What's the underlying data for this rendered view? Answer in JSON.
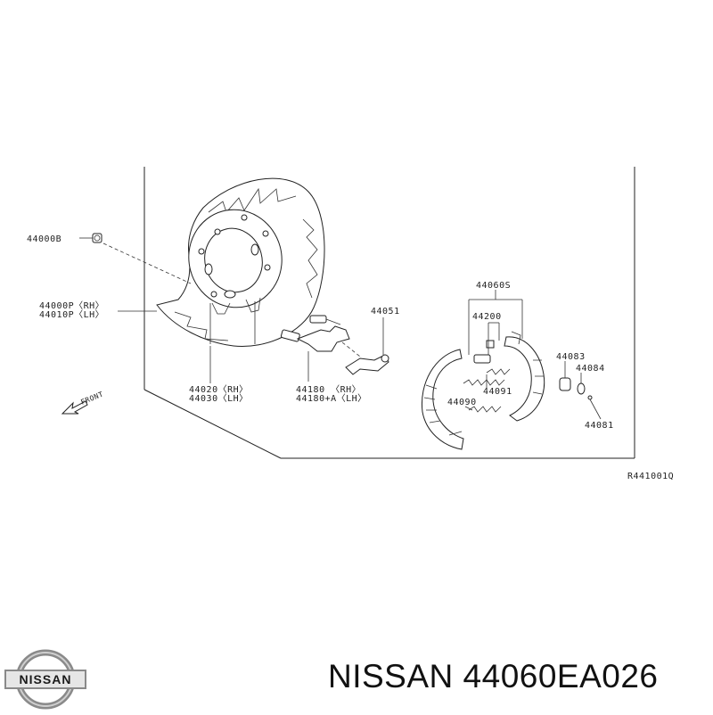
{
  "diagram": {
    "labels": {
      "p44000b": "44000B",
      "p44000p": "44000P〈RH〉",
      "p44010p": "44010P〈LH〉",
      "p44020": "44020〈RH〉",
      "p44030": "44030〈LH〉",
      "p44180": "44180 〈RH〉",
      "p44180a": "44180+A〈LH〉",
      "p44051": "44051",
      "p44060s": "44060S",
      "p44200": "44200",
      "p44083": "44083",
      "p44084": "44084",
      "p44091": "44091",
      "p44090": "44090",
      "p44081": "44081",
      "front": "FRONT",
      "ref_code": "R441001Q"
    }
  },
  "brand": {
    "logo_text": "NISSAN",
    "caption": "NISSAN 44060EA026"
  }
}
